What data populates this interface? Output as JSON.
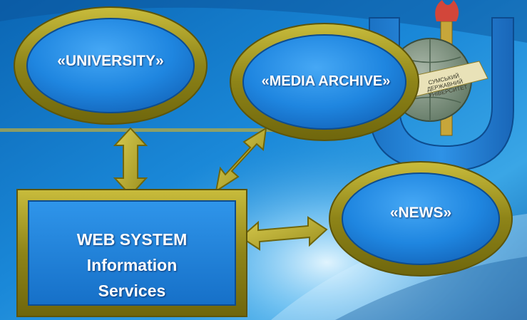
{
  "diagram": {
    "nodes": {
      "university": "«UNIVERSITY»",
      "media_archive": "«MEDIA ARCHIVE»",
      "news": "«NEWS»",
      "web_system": [
        "WEB SYSTEM",
        "Information",
        "Services"
      ]
    },
    "connections": [
      {
        "from": "web_system",
        "to": "university",
        "type": "bidirectional"
      },
      {
        "from": "web_system",
        "to": "media_archive",
        "type": "bidirectional"
      },
      {
        "from": "web_system",
        "to": "news",
        "type": "bidirectional"
      }
    ]
  },
  "logo": {
    "letter": "U",
    "ribbon_text": [
      "СУМСЬКИЙ",
      "ДЕРЖАВНИЙ",
      "УНІВЕРСИТЕТ"
    ]
  },
  "colors": {
    "background_top": "#0a5fae",
    "background_mid": "#1b86d6",
    "background_light": "#bfe6ff",
    "node_fill": "#1f86e0",
    "node_border": "#a59a1e",
    "arrow": "#c5b838"
  }
}
